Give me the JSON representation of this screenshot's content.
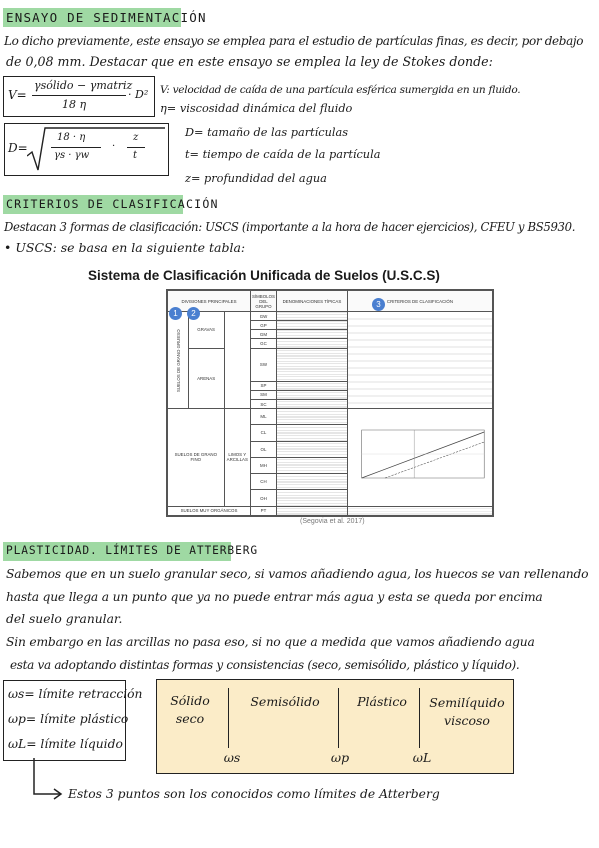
{
  "sections": {
    "sedimentacion": {
      "heading": "ENSAYO DE SEDIMENTACIÓN",
      "line1": "Lo dicho previamente, este ensayo se emplea para el estudio de partículas finas, es decir, por debajo",
      "line2": "de   0,08 mm. Destacar que en este ensayo se emplea la ley de Stokes donde:",
      "formula_v": {
        "lhs": "V=",
        "numerator": "γsólido − γmatriz",
        "denominator": "18 η",
        "tail": "· D²"
      },
      "formula_d": {
        "lhs": "D=",
        "numerator1": "18 · η",
        "denominator1": "γs · γw",
        "numerator2": "z",
        "denominator2": "t",
        "dot": "·"
      },
      "definitions": [
        "V: velocidad de caída de una partícula esférica sumergida en un fluido.",
        "η= viscosidad dinámica del fluido",
        "D= tamaño de las partículas",
        "t= tiempo de caída de la partícula",
        "z= profundidad del agua"
      ]
    },
    "clasificacion": {
      "heading": "CRITERIOS DE CLASIFICACIÓN",
      "line1": "Destacan 3 formas de clasificación: USCS (importante a la hora de hacer ejercicios), CFEU y BS5930.",
      "line2": "• USCS: se basa en la siguiente tabla:",
      "table_title": "Sistema de Clasificación Unificada de Suelos (U.S.C.S)",
      "table_caption": "(Segovia et al. 2017)",
      "badges": [
        "1",
        "2",
        "3"
      ],
      "table_headers": [
        "DIVISIONES PRINCIPALES",
        "SÍMBOLOS DEL GRUPO",
        "DENOMINACIONES TÍPICAS",
        "CRITERIOS DE CLASIFICACIÓN"
      ],
      "symbols": [
        "GW",
        "GP",
        "GM",
        "GC",
        "SW",
        "SP",
        "SM",
        "SC",
        "ML",
        "CL",
        "OL",
        "MH",
        "CH",
        "OH",
        "PT"
      ],
      "divisions": [
        "SUELOS DE GRANO GRUESO",
        "GRAVAS",
        "ARENAS",
        "SUELOS DE GRANO FINO",
        "LIMOS Y ARCILLAS",
        "SUELOS MUY ORGÁNICOS"
      ]
    },
    "plasticidad": {
      "heading": "PLASTICIDAD. LÍMITES DE ATTERBERG",
      "line1": "Sabemos que en un suelo granular seco, si vamos añadiendo agua, los huecos se van rellenando",
      "line2": "hasta que llega a un punto que ya no puede entrar más agua y esta se queda por encima",
      "line3": "del suelo granular.",
      "line4": "Sin embargo en las arcillas no pasa eso, si no que a medida que vamos añadiendo agua",
      "line5": "esta va adoptando distintas formas y consistencias (seco, semisólido, plástico y líquido).",
      "limits": [
        "ωs= límite retracción",
        "ωp= límite plástico",
        "ωL= límite líquido"
      ],
      "states": [
        "Sólido seco",
        "Semisólido",
        "Plástico",
        "Semilíquido viscoso"
      ],
      "state_markers": [
        "ωs",
        "ωp",
        "ωL"
      ],
      "footnote": "Estos 3 puntos son los conocidos como límites de Atterberg"
    }
  },
  "colors": {
    "highlight": "#9fd9a3",
    "states_fill": "#fbecc8",
    "badge": "#4a7fd0"
  }
}
